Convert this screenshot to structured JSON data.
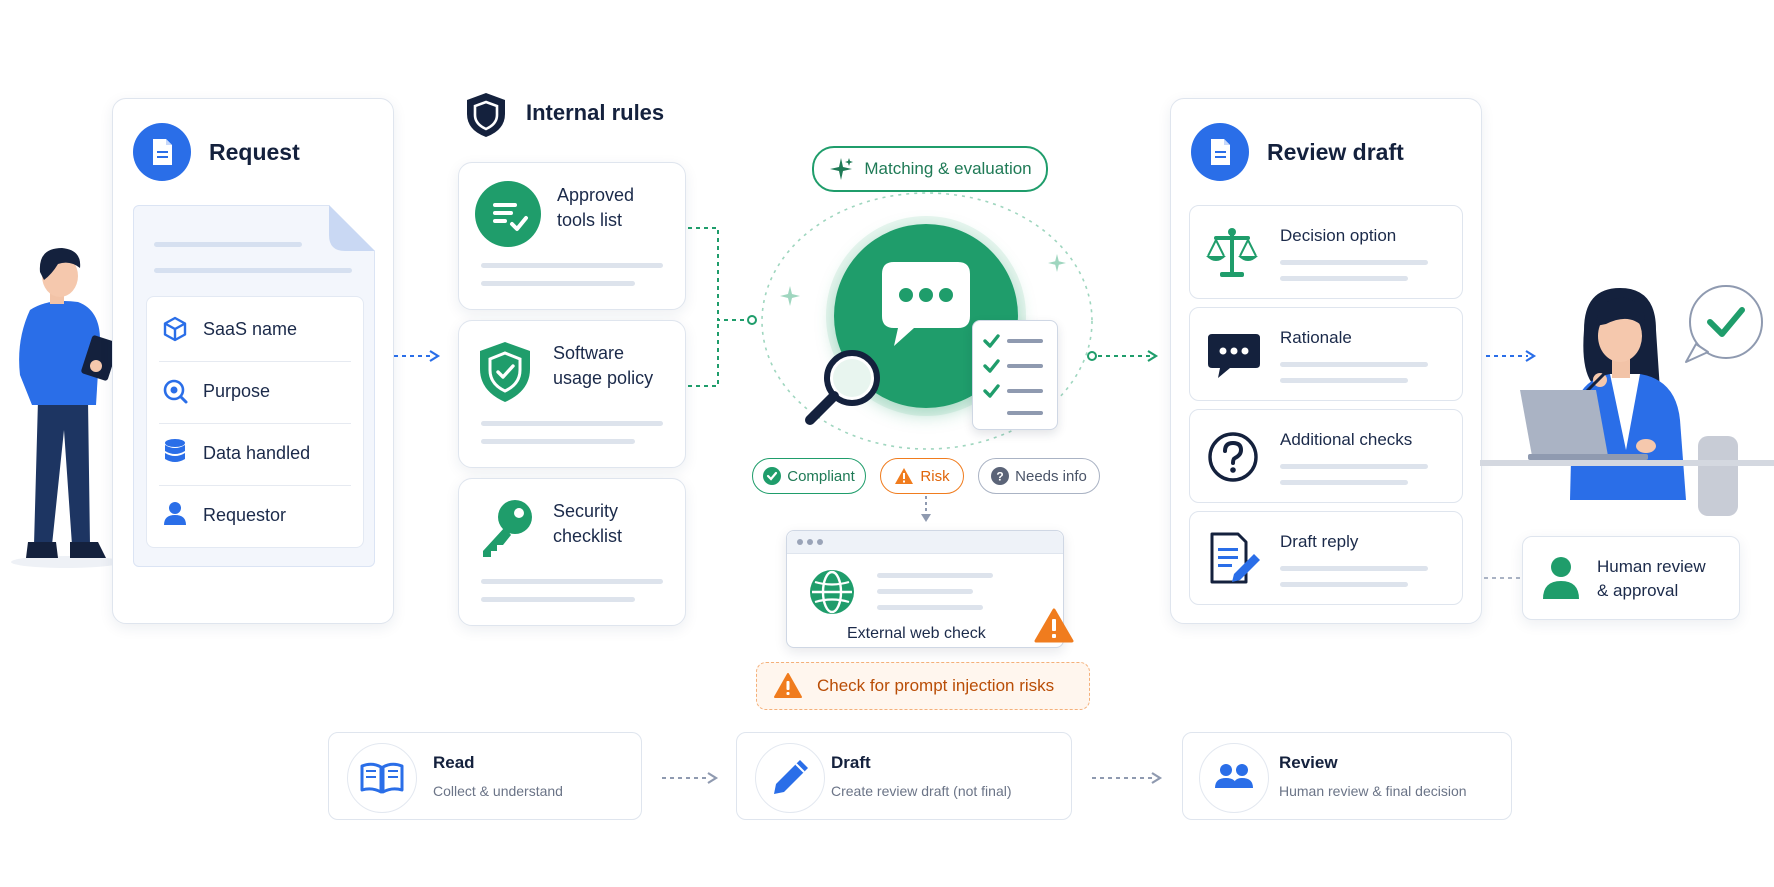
{
  "request": {
    "title": "Request",
    "fields": [
      "SaaS name",
      "Purpose",
      "Data handled",
      "Requestor"
    ]
  },
  "internal_rules": {
    "title": "Internal rules",
    "items": [
      {
        "line1": "Approved",
        "line2": "tools list"
      },
      {
        "line1": "Software",
        "line2": "usage policy"
      },
      {
        "line1": "Security",
        "line2": "checklist"
      }
    ]
  },
  "evaluation": {
    "label": "Matching & evaluation",
    "statuses": [
      {
        "label": "Compliant",
        "color": "#1f9d6b"
      },
      {
        "label": "Risk",
        "color": "#f07c1e"
      },
      {
        "label": "Needs info",
        "color": "#5b6478"
      }
    ],
    "web_check": "External web check",
    "injection_warning": "Check for prompt injection risks"
  },
  "review_draft": {
    "title": "Review draft",
    "items": [
      "Decision option",
      "Rationale",
      "Additional checks",
      "Draft reply"
    ]
  },
  "human_review": {
    "line1": "Human review",
    "line2": "& approval"
  },
  "steps": [
    {
      "title": "Read",
      "subtitle": "Collect & understand"
    },
    {
      "title": "Draft",
      "subtitle": "Create review draft (not final)"
    },
    {
      "title": "Review",
      "subtitle": "Human review & final decision"
    }
  ],
  "colors": {
    "blue": "#2a6ee8",
    "green": "#1f9d6b",
    "navy": "#14213d",
    "orange": "#f07c1e"
  }
}
